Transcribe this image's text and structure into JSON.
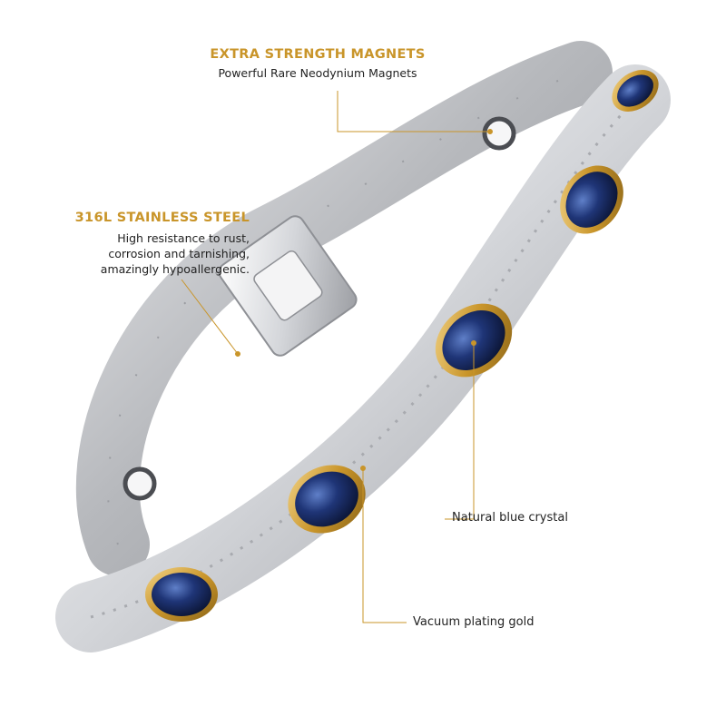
{
  "callouts": {
    "magnets": {
      "title": "EXTRA STRENGTH MAGNETS",
      "desc": "Powerful Rare Neodynium Magnets"
    },
    "steel": {
      "title": "316L STAINLESS STEEL",
      "desc_lines": [
        "High resistance to rust,",
        "corrosion and tarnishing,",
        "amazingly hypoallergenic."
      ]
    },
    "crystal": {
      "desc": "Natural blue crystal"
    },
    "gold": {
      "desc": "Vacuum plating gold"
    }
  },
  "colors": {
    "accent_gold": "#c9952a",
    "steel": "#bdbec2",
    "crystal_blue": "#1c2f6b"
  }
}
